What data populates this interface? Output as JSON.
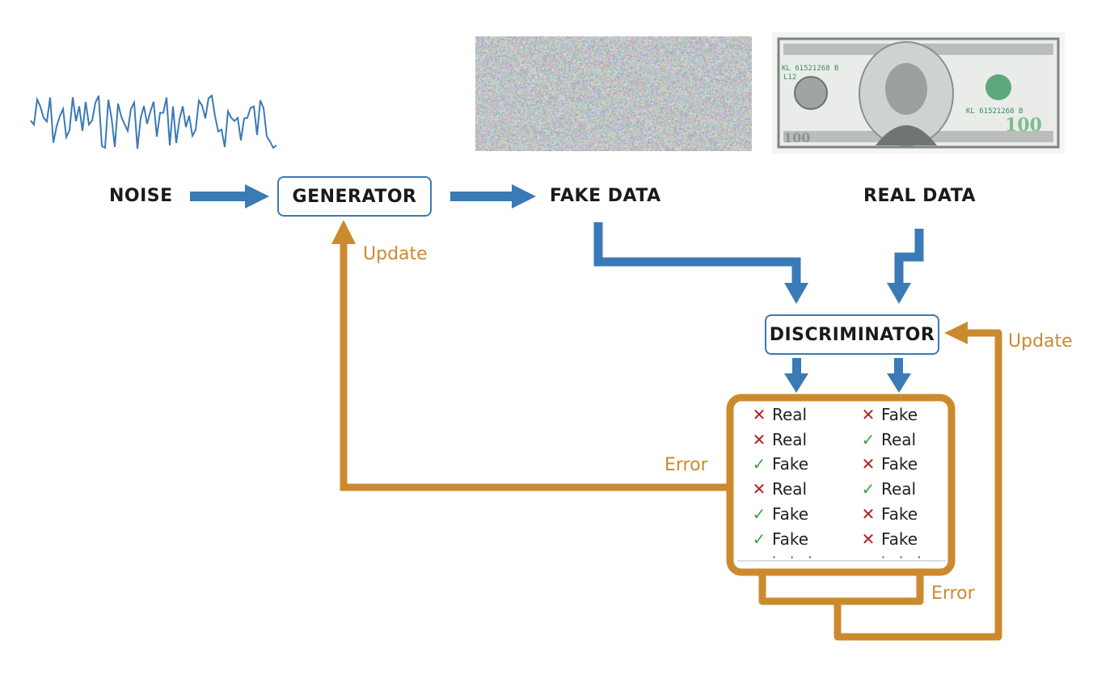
{
  "title": "Generative Adversarial Network training flow",
  "nodes": {
    "noise": "NOISE",
    "generator": "GENERATOR",
    "fake_data": "FAKE DATA",
    "real_data": "REAL DATA",
    "discriminator": "DISCRIMINATOR"
  },
  "annotations": {
    "generator_update": "Update",
    "discriminator_update": "Update",
    "generator_error": "Error",
    "discriminator_error": "Error"
  },
  "images": {
    "noise_signal": "noise-waveform",
    "fake_image": "random-noise-image",
    "real_image": "hundred-dollar-bill"
  },
  "bill_text": {
    "serial": "KL 61521268 B",
    "sub": "L12",
    "denomination": "100"
  },
  "results": {
    "left": [
      {
        "mark": "x",
        "label": "Real"
      },
      {
        "mark": "x",
        "label": "Real"
      },
      {
        "mark": "check",
        "label": "Fake"
      },
      {
        "mark": "x",
        "label": "Real"
      },
      {
        "mark": "check",
        "label": "Fake"
      },
      {
        "mark": "check",
        "label": "Fake"
      }
    ],
    "right": [
      {
        "mark": "x",
        "label": "Fake"
      },
      {
        "mark": "check",
        "label": "Real"
      },
      {
        "mark": "x",
        "label": "Fake"
      },
      {
        "mark": "check",
        "label": "Real"
      },
      {
        "mark": "x",
        "label": "Fake"
      },
      {
        "mark": "x",
        "label": "Fake"
      }
    ],
    "ellipsis": "· · ·"
  },
  "colors": {
    "flow_blue": "#3a7ab6",
    "feedback_orange": "#cc8a2e",
    "wrong_red": "#b02025",
    "correct_green": "#3aa04a"
  }
}
